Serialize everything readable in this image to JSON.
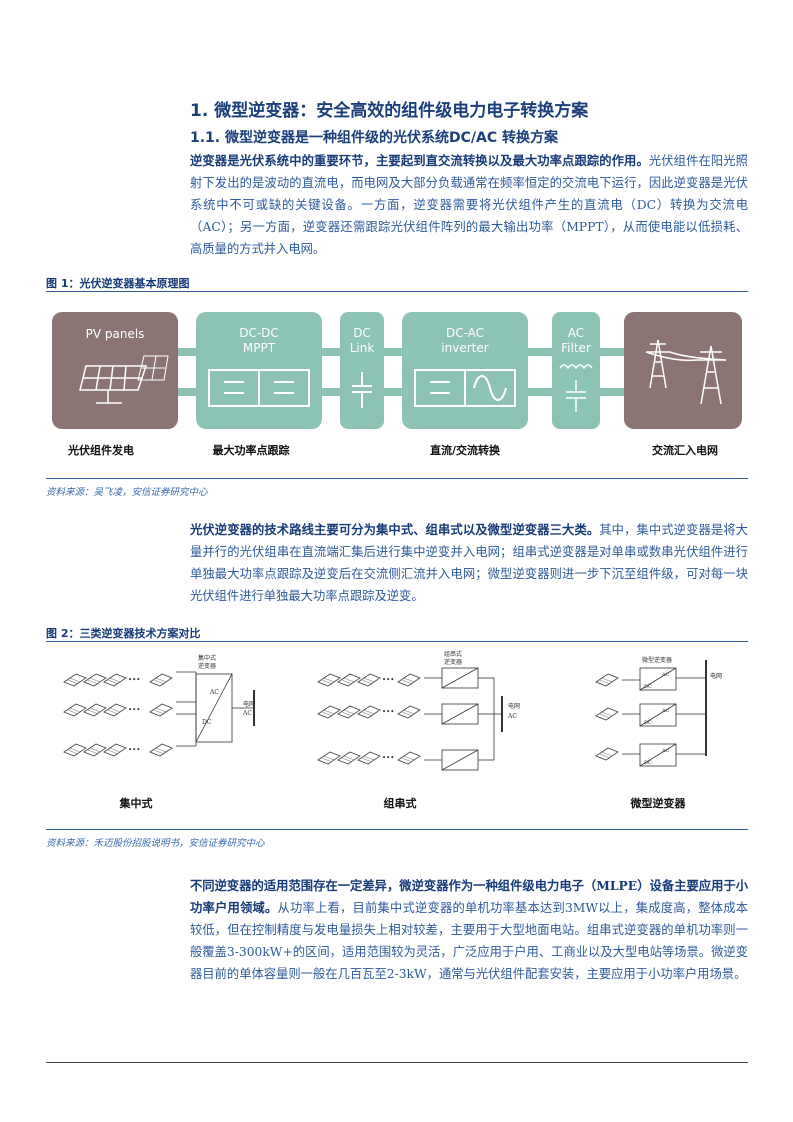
{
  "heading1": "1. 微型逆变器：安全高效的组件级电力电子转换方案",
  "heading2": "1.1. 微型逆变器是一种组件级的光伏系统DC/AC 转换方案",
  "para1_bold": "逆变器是光伏系统中的重要环节，主要起到直交流转换以及最大功率点跟踪的作用。",
  "para1_rest": "光伏组件在阳光照射下发出的是波动的直流电，而电网及大部分负载通常在频率恒定的交流电下运行，因此逆变器是光伏系统中不可或缺的关键设备。一方面，逆变器需要将光伏组件产生的直流电（DC）转换为交流电（AC）；另一方面，逆变器还需跟踪光伏组件阵列的最大输出功率（MPPT），从而使电能以低损耗、高质量的方式并入电网。",
  "fig1": {
    "title": "图 1：光伏逆变器基本原理图",
    "blocks": {
      "pv": "PV panels",
      "dcdc1": "DC-DC",
      "dcdc2": "MPPT",
      "link1": "DC",
      "link2": "Link",
      "dcac1": "DC-AC",
      "dcac2": "inverter",
      "filter1": "AC",
      "filter2": "Filter"
    },
    "captions": [
      "光伏组件发电",
      "最大功率点跟踪",
      "直流/交流转换",
      "交流汇入电网"
    ],
    "source": "资料来源：吴飞凌，安信证券研究中心",
    "colors": {
      "dark": "#8c7474",
      "teal": "#8cc3b4"
    }
  },
  "para2_bold": "光伏逆变器的技术路线主要可分为集中式、组串式以及微型逆变器三大类。",
  "para2_rest": "其中，集中式逆变器是将大量并行的光伏组串在直流端汇集后进行集中逆变并入电网；组串式逆变器是对单串或数串光伏组件进行单独最大功率点跟踪及逆变后在交流侧汇流并入电网；微型逆变器则进一步下沉至组件级，可对每一块光伏组件进行单独最大功率点跟踪及逆变。",
  "fig2": {
    "title": "图 2：三类逆变器技术方案对比",
    "central_label1": "集中式",
    "central_label2": "逆变器",
    "string_label1": "组串式",
    "string_label2": "逆变器",
    "micro_label": "微型逆变器",
    "ac": "AC",
    "dc": "DC",
    "grid": "电网",
    "dots": "•••",
    "captions": [
      "集中式",
      "组串式",
      "微型逆变器"
    ],
    "source": "资料来源：禾迈股份招股说明书，安信证券研究中心"
  },
  "para3_bold": "不同逆变器的适用范围存在一定差异，微逆变器作为一种组件级电力电子（MLPE）设备主要应用于小功率户用领域。",
  "para3_rest": "从功率上看，目前集中式逆变器的单机功率基本达到3MW以上，集成度高，整体成本较低，但在控制精度与发电量损失上相对较差，主要用于大型地面电站。组串式逆变器的单机功率则一般覆盖3-300kW+的区间，适用范围较为灵活，广泛应用于户用、工商业以及大型电站等场景。微逆变器目前的单体容量则一般在几百瓦至2-3kW，通常与光伏组件配套安装，主要应用于小功率户用场景。"
}
